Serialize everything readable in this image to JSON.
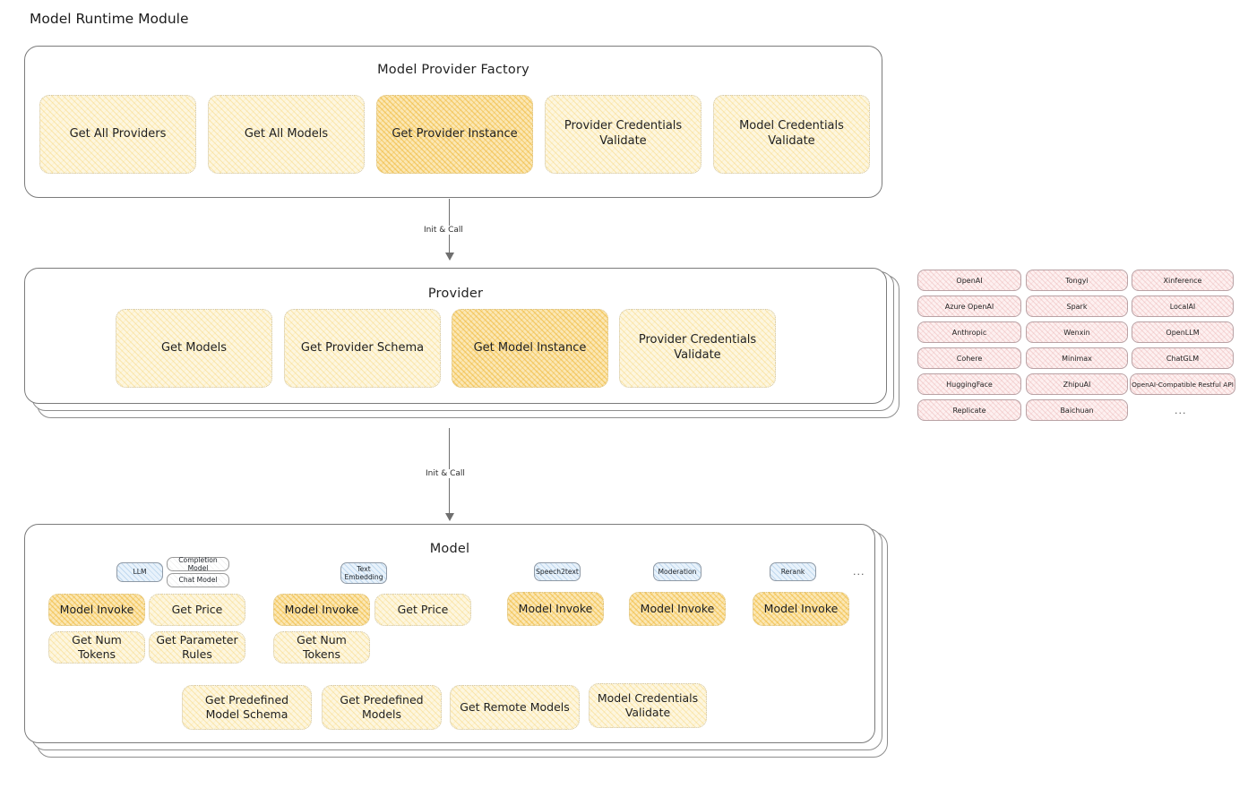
{
  "page": {
    "title": "Model Runtime Module"
  },
  "factory": {
    "title": "Model Provider Factory",
    "items": [
      {
        "label": "Get All Providers",
        "highlight": false
      },
      {
        "label": "Get All Models",
        "highlight": false
      },
      {
        "label": "Get Provider Instance",
        "highlight": true
      },
      {
        "label": "Provider Credentials Validate",
        "highlight": false
      },
      {
        "label": "Model Credentials Validate",
        "highlight": false
      }
    ]
  },
  "arrows": [
    {
      "label": "Init & Call"
    },
    {
      "label": "Init & Call"
    }
  ],
  "provider": {
    "title": "Provider",
    "items": [
      {
        "label": "Get Models",
        "highlight": false
      },
      {
        "label": "Get Provider Schema",
        "highlight": false
      },
      {
        "label": "Get Model Instance",
        "highlight": true
      },
      {
        "label": "Provider Credentials Validate",
        "highlight": false
      }
    ]
  },
  "provider_list": {
    "columns": [
      [
        "OpenAI",
        "Azure OpenAI",
        "Anthropic",
        "Cohere",
        "HuggingFace",
        "Replicate"
      ],
      [
        "Tongyi",
        "Spark",
        "Wenxin",
        "Minimax",
        "ZhipuAI",
        "Baichuan"
      ],
      [
        "Xinference",
        "LocalAI",
        "OpenLLM",
        "ChatGLM",
        "OpenAI-Compatible Restful API"
      ]
    ],
    "more": "..."
  },
  "model": {
    "title": "Model",
    "more": "...",
    "types": [
      {
        "badge": "LLM",
        "sub_badges": [
          "Completion Model",
          "Chat Model"
        ],
        "methods": [
          "Model Invoke",
          "Get Price",
          "Get Num Tokens",
          "Get Parameter Rules"
        ]
      },
      {
        "badge": "Text Embedding",
        "sub_badges": [],
        "methods": [
          "Model Invoke",
          "Get Price",
          "Get Num Tokens"
        ]
      },
      {
        "badge": "Speech2text",
        "sub_badges": [],
        "methods": [
          "Model Invoke"
        ]
      },
      {
        "badge": "Moderation",
        "sub_badges": [],
        "methods": [
          "Model Invoke"
        ]
      },
      {
        "badge": "Rerank",
        "sub_badges": [],
        "methods": [
          "Model Invoke"
        ]
      }
    ],
    "common_methods": [
      "Get Predefined Model Schema",
      "Get Predefined Models",
      "Get Remote Models",
      "Model Credentials Validate"
    ]
  },
  "colors": {
    "chip_fill": "#fdf6df",
    "chip_highlight_fill": "#fbe7b4",
    "badge_fill": "#e8f2fb",
    "provider_tag_fill": "#fdf0f0",
    "outline": "#7b7b7b"
  }
}
